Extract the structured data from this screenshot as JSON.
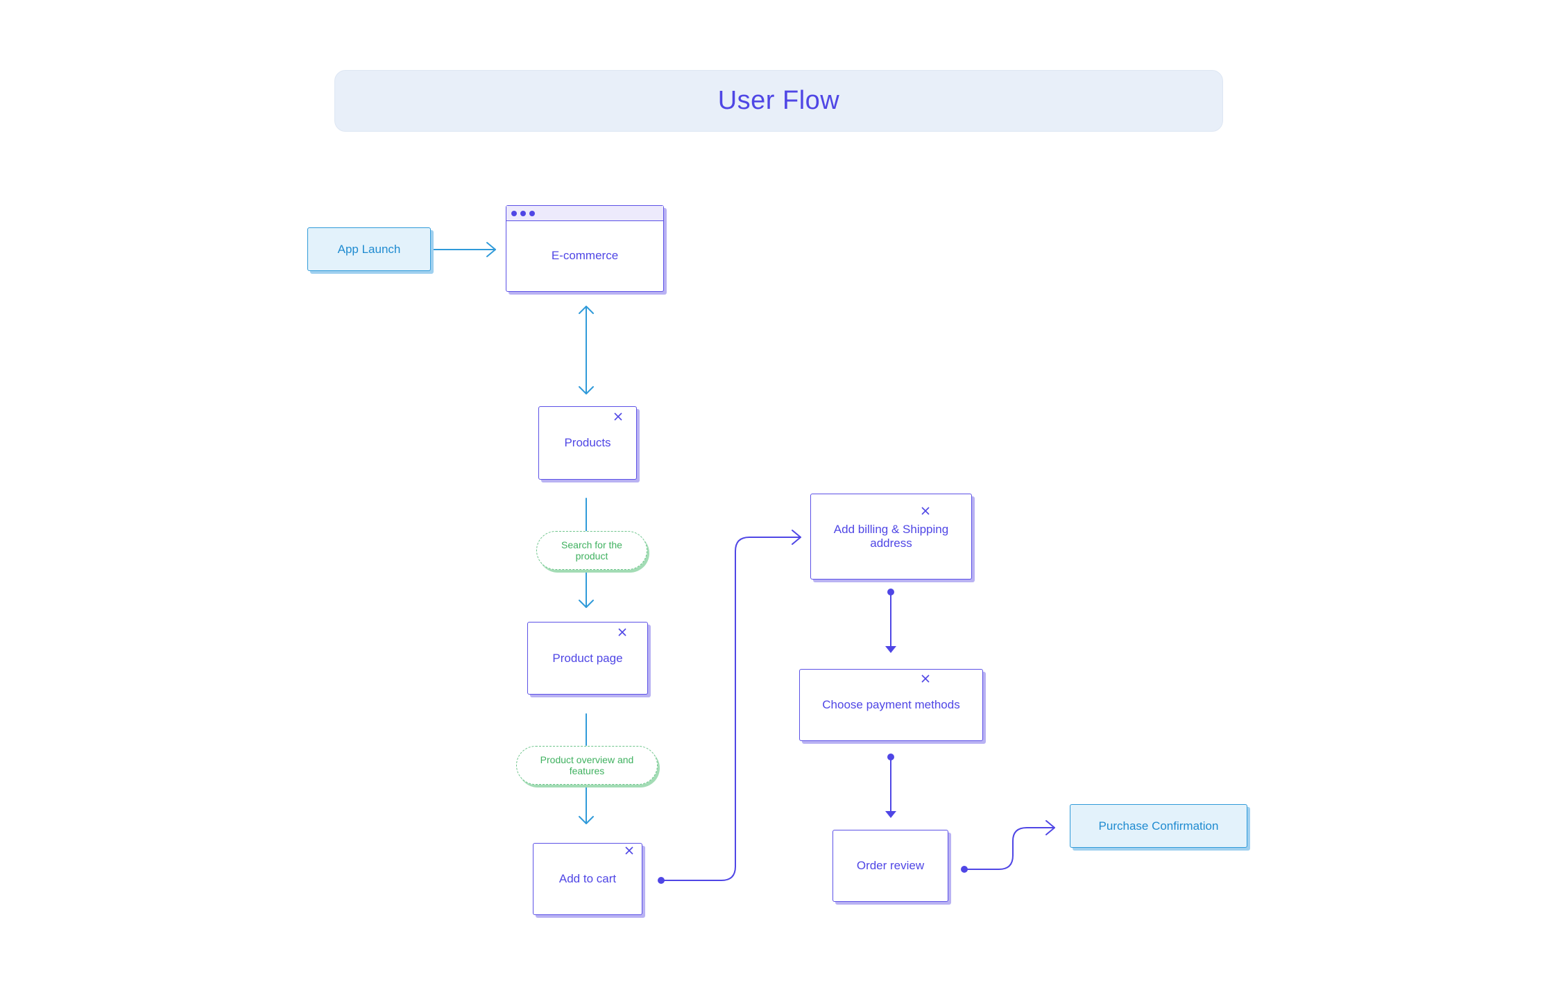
{
  "title": "User Flow",
  "colors": {
    "primary": "#4f46e5",
    "terminal": "#1f8bd0",
    "note": "#3fb15f",
    "header_bg": "#e8eff9"
  },
  "nodes": {
    "app_launch": "App Launch",
    "ecommerce": "E-commerce",
    "products": "Products",
    "search_note": "Search for the product",
    "product_page": "Product page",
    "overview_note": "Product overview and features",
    "add_to_cart": "Add to cart",
    "billing": "Add billing & Shipping address",
    "payment": "Choose payment methods",
    "order_review": "Order review",
    "purchase_confirmation": "Purchase Confirmation"
  },
  "icons": {
    "close": "close-icon",
    "window_dots": "window-dots-icon"
  }
}
